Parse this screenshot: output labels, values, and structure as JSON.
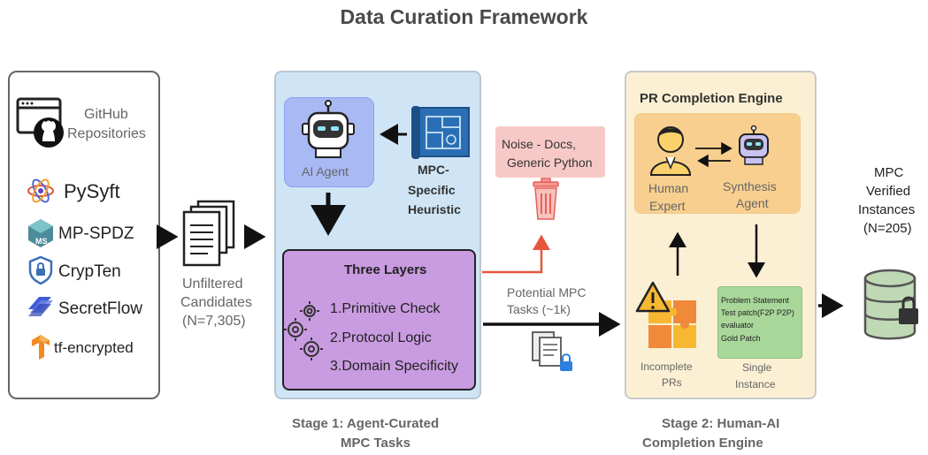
{
  "title": "Data Curation Framework",
  "sources": {
    "github_label_1": "GitHub",
    "github_label_2": "Repositories",
    "repos": [
      "PySyft",
      "MP-SPDZ",
      "CrypTen",
      "SecretFlow",
      "tf-encrypted"
    ]
  },
  "unfiltered": {
    "line1": "Unfiltered",
    "line2": "Candidates",
    "line3": "(N=7,305)"
  },
  "stage1": {
    "agent_label": "AI Agent",
    "heuristic_1": "MPC-",
    "heuristic_2": "Specific",
    "heuristic_3": "Heuristic",
    "layers_title": "Three Layers",
    "layers": [
      "1.Primitive Check",
      "2.Protocol Logic",
      "3.Domain Specificity"
    ],
    "caption_1": "Stage 1: Agent-Curated",
    "caption_2": "MPC Tasks"
  },
  "noise": {
    "line1": "Noise - Docs,",
    "line2": "Generic Python"
  },
  "potential": {
    "line1": "Potential MPC",
    "line2": "Tasks (~1k)"
  },
  "stage2": {
    "engine_title": "PR Completion Engine",
    "human_1": "Human",
    "human_2": "Expert",
    "synth_1": "Synthesis",
    "synth_2": "Agent",
    "incomplete_1": "Incomplete",
    "incomplete_2": "PRs",
    "instance_items": [
      "Problem Statement",
      "Test patch(F2P P2P)",
      "evaluator",
      "Gold Patch"
    ],
    "single_1": "Single",
    "single_2": "Instance",
    "caption_1": "Stage 2: Human-AI",
    "caption_2": "Completion Engine"
  },
  "output": {
    "line1": "MPC",
    "line2": "Verified",
    "line3": "Instances",
    "line4": "(N=205)"
  },
  "colors": {
    "stage1_bg": "#cfe5f6",
    "layers_bg": "#c99be0",
    "noise_bg": "#f7c9c6",
    "noise_arrow": "#e8553d",
    "stage2_bg": "#fbf0d3",
    "engine_bg": "#f8cf8f",
    "instance_bg": "#a9d79a",
    "db_bg": "#bfd9b4"
  }
}
